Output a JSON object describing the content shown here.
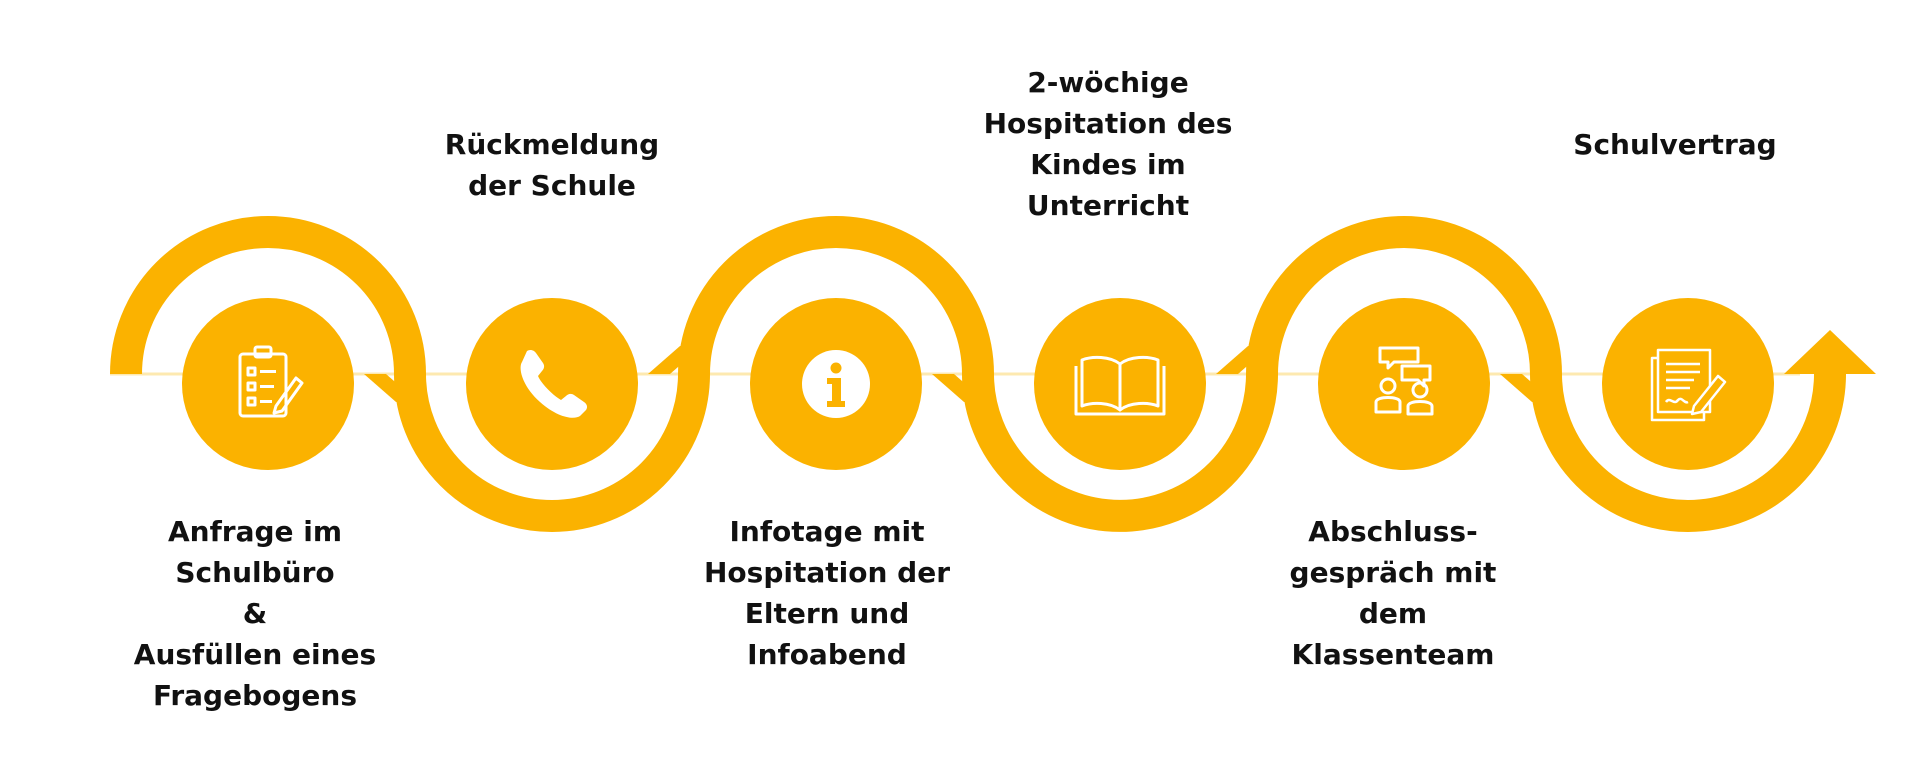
{
  "colors": {
    "accent": "#FBB200",
    "accent_light": "#FDE9B0",
    "icon": "#FFFFFF",
    "text": "#111111",
    "background": "#FFFFFF"
  },
  "steps": [
    {
      "label": "Anfrage im\nSchulbüro\n&\nAusfüllen eines\nFragebogens",
      "icon": "clipboard-checklist-icon"
    },
    {
      "label": "Rückmeldung\nder Schule",
      "icon": "phone-icon"
    },
    {
      "label": "Infotage mit\nHospitation der\nEltern und\nInfoabend",
      "icon": "info-icon"
    },
    {
      "label": "2-wöchige\nHospitation des\nKindes im\nUnterricht",
      "icon": "open-book-icon"
    },
    {
      "label": "Abschluss-\ngespräch mit\ndem\nKlassenteam",
      "icon": "discussion-people-icon"
    },
    {
      "label": "Schulvertrag",
      "icon": "contract-signature-icon"
    }
  ]
}
